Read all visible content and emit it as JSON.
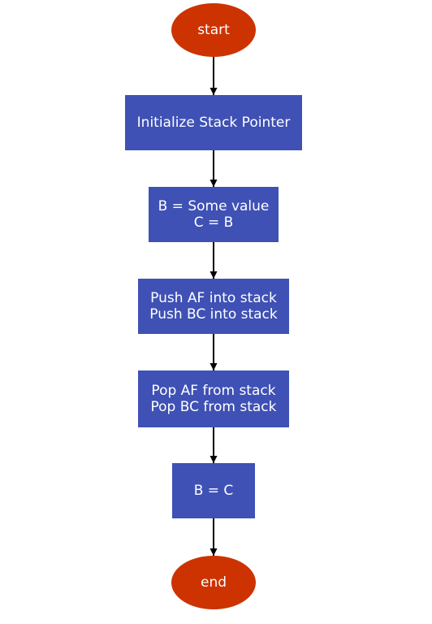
{
  "colors": {
    "terminal_fill": "#cc3300",
    "process_fill": "#3f51b5",
    "node_text": "#ffffff",
    "arrow": "#000000"
  },
  "nodes": [
    {
      "id": "start",
      "shape": "terminal",
      "lines": [
        "start"
      ]
    },
    {
      "id": "init-stack-pointer",
      "shape": "process",
      "lines": [
        "Initialize Stack Pointer"
      ]
    },
    {
      "id": "assign-b-c",
      "shape": "process",
      "lines": [
        "B = Some value",
        "C = B"
      ]
    },
    {
      "id": "push-af-bc",
      "shape": "process",
      "lines": [
        "Push AF into stack",
        "Push BC into stack"
      ]
    },
    {
      "id": "pop-af-bc",
      "shape": "process",
      "lines": [
        "Pop AF from stack",
        "Pop BC from stack"
      ]
    },
    {
      "id": "assign-b-from-c",
      "shape": "process",
      "lines": [
        "B = C"
      ]
    },
    {
      "id": "end",
      "shape": "terminal",
      "lines": [
        "end"
      ]
    }
  ],
  "edges": [
    {
      "from": "start",
      "to": "init-stack-pointer"
    },
    {
      "from": "init-stack-pointer",
      "to": "assign-b-c"
    },
    {
      "from": "assign-b-c",
      "to": "push-af-bc"
    },
    {
      "from": "push-af-bc",
      "to": "pop-af-bc"
    },
    {
      "from": "pop-af-bc",
      "to": "assign-b-from-c"
    },
    {
      "from": "assign-b-from-c",
      "to": "end"
    }
  ]
}
